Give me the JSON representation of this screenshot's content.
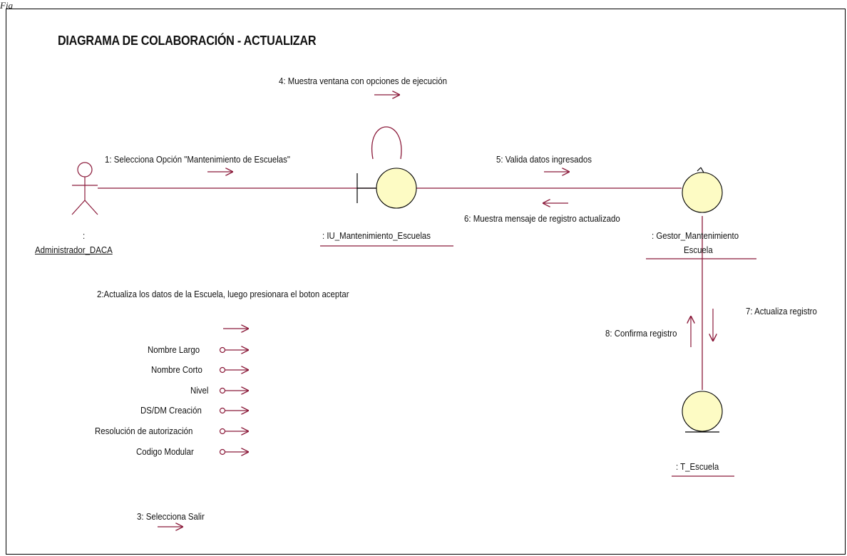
{
  "corner_label": "Fig",
  "title": "DIAGRAMA DE COLABORACIÓN - ACTUALIZAR",
  "objects": {
    "actor": {
      "prefix": ":",
      "name": "Administrador_DACA"
    },
    "boundary": {
      "label": ": IU_Mantenimiento_Escuelas"
    },
    "control": {
      "line1": ": Gestor_Mantenimiento",
      "line2": "Escuela"
    },
    "entity": {
      "label": ": T_Escuela"
    }
  },
  "messages": {
    "m1": "1: Selecciona Opción \"Mantenimiento de Escuelas\"",
    "m2": "2:Actualiza los datos de la Escuela, luego presionara el boton aceptar",
    "m3": "3: Selecciona Salir",
    "m4": "4: Muestra ventana con opciones de ejecución",
    "m5": "5: Valida datos ingresados",
    "m6": "6: Muestra mensaje de registro actualizado",
    "m7": "7: Actualiza registro",
    "m8": "8: Confirma registro"
  },
  "parameters": [
    "Nombre Largo",
    "Nombre Corto",
    "Nivel",
    "DS/DM Creación",
    "Resolución de autorización",
    "Codigo Modular"
  ],
  "colors": {
    "line": "#8b1a3a",
    "object_fill": "#fdfbc4",
    "border": "#000000"
  }
}
